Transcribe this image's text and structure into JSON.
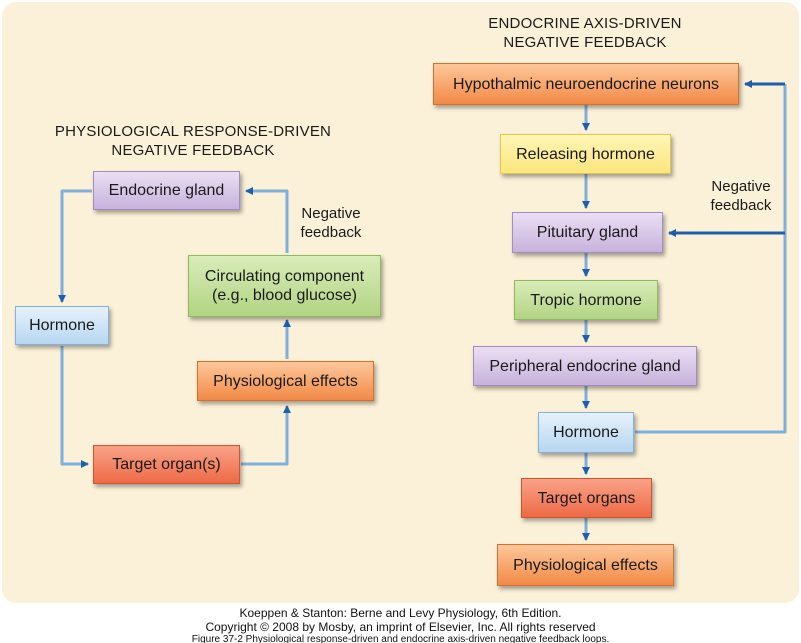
{
  "left_diagram": {
    "title_line1": "PHYSIOLOGICAL RESPONSE-DRIVEN",
    "title_line2": "NEGATIVE FEEDBACK",
    "feedback_line1": "Negative",
    "feedback_line2": "feedback",
    "nodes": {
      "endocrine_gland": "Endocrine gland",
      "hormone": "Hormone",
      "target_organ": "Target organ(s)",
      "physiological_effects": "Physiological effects",
      "circulating_line1": "Circulating component",
      "circulating_line2": "(e.g., blood glucose)"
    }
  },
  "right_diagram": {
    "title_line1": "ENDOCRINE AXIS-DRIVEN",
    "title_line2": "NEGATIVE FEEDBACK",
    "feedback_line1": "Negative",
    "feedback_line2": "feedback",
    "nodes": {
      "hypothalmic": "Hypothalmic neuroendocrine neurons",
      "releasing_hormone": "Releasing hormone",
      "pituitary_gland": "Pituitary gland",
      "tropic_hormone": "Tropic hormone",
      "peripheral_gland": "Peripheral endocrine gland",
      "hormone": "Hormone",
      "target_organs": "Target organs",
      "physiological_effects": "Physiological effects"
    }
  },
  "caption": {
    "line1": "Koeppen & Stanton: Berne and Levy Physiology, 6th Edition.",
    "line2": "Copyright © 2008 by Mosby, an imprint of Elsevier, Inc. All rights reserved",
    "line3": "Figure 37-2 Physiological response-driven and endocrine axis-driven negative feedback loops."
  },
  "colors": {
    "arrow_light": "#7fb0da",
    "arrow_dark": "#1f5ea8",
    "panel": "#fbf1d9"
  }
}
